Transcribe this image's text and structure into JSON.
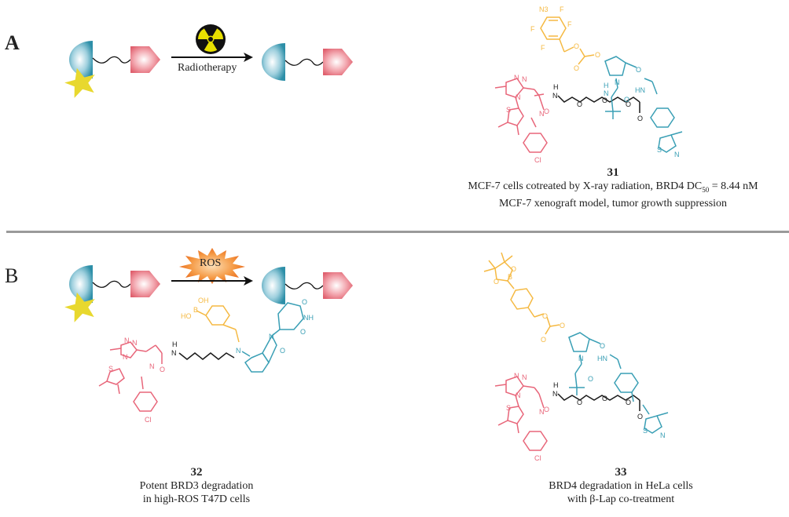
{
  "colors": {
    "warhead": "#e8667a",
    "linker": "#1a1a1a",
    "e3_ligand": "#3a9fb5",
    "trigger": "#f5b942",
    "star": "#e8d82e",
    "ros": "#f07c20",
    "divider": "#9a9a9a"
  },
  "panels": [
    {
      "label": "A",
      "trigger_icon": "radiation-icon",
      "arrow_label": "Radiotherapy",
      "compound": {
        "number": "31",
        "caption_line1_pre": "MCF-7 cells cotreated by X-ray radiation, BRD4  DC",
        "caption_line1_sub": "50",
        "caption_line1_post": " = 8.44 nM",
        "caption_line2": "MCF-7 xenograft model, tumor growth suppression",
        "atom_labels": {
          "azide": "N3",
          "fluorine": "F",
          "oxygen": "O",
          "nitrogen": "N",
          "amide_nh": "HN",
          "sulfur": "S",
          "chlorine": "Cl",
          "nh_h": "H"
        }
      }
    },
    {
      "label": "B",
      "trigger_icon": "ros-burst-icon",
      "trigger_text": "ROS",
      "compounds": [
        {
          "number": "32",
          "caption_line1": "Potent BRD3  degradation",
          "caption_line2": "in high-ROS T47D  cells",
          "atom_labels": {
            "hydroxyl": "OH",
            "hydroxyl2": "HO",
            "boron": "B",
            "nitrogen": "N",
            "imide_nh": "NH",
            "oxygen": "O",
            "sulfur": "S",
            "chlorine": "Cl",
            "nh_h": "H"
          }
        },
        {
          "number": "33",
          "caption_line1": "BRD4  degradation in HeLa  cells",
          "caption_line2": "with β-Lap co-treatment",
          "atom_labels": {
            "boron": "B",
            "oxygen": "O",
            "nitrogen": "N",
            "amide_nh": "HN",
            "sulfur": "S",
            "chlorine": "Cl",
            "nh_h": "H"
          }
        }
      ]
    }
  ]
}
